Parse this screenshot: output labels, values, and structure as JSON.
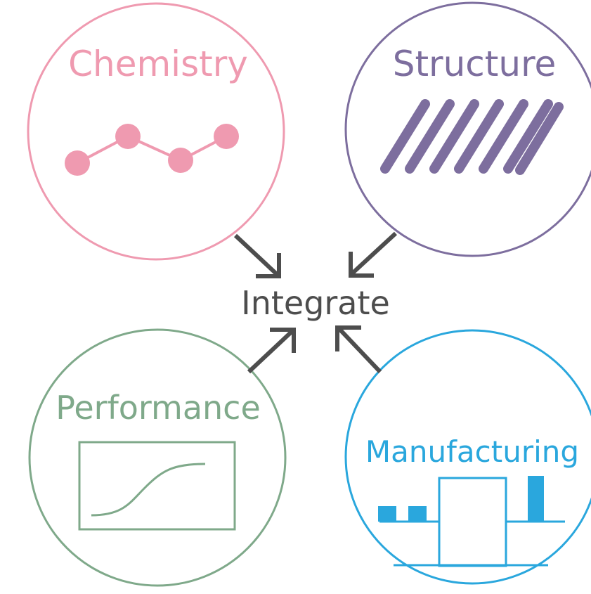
{
  "center": {
    "label": "Integrate",
    "color": "#4d4d4d"
  },
  "nodes": {
    "chemistry": {
      "label": "Chemistry",
      "color": "#ef9ab0"
    },
    "structure": {
      "label": "Structure",
      "color": "#7d6e9e"
    },
    "performance": {
      "label": "Performance",
      "color": "#7fa98a"
    },
    "manufacturing": {
      "label": "Manufacturing",
      "color": "#2aa7dd"
    }
  },
  "icons": {
    "chemistry": "molecule-chain-icon",
    "structure": "diagonal-fibers-icon",
    "performance": "sigmoid-curve-plot-icon",
    "manufacturing": "factory-process-icon"
  }
}
